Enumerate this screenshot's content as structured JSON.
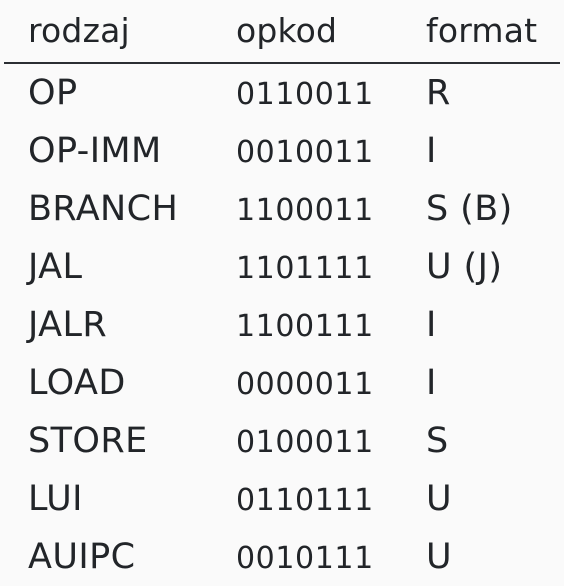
{
  "headers": [
    "rodzaj",
    "opkod",
    "format"
  ],
  "rows": [
    [
      "OP",
      "0110011",
      "R"
    ],
    [
      "OP-IMM",
      "0010011",
      "I"
    ],
    [
      "BRANCH",
      "1100011",
      "S (B)"
    ],
    [
      "JAL",
      "1101111",
      "U (J)"
    ],
    [
      "JALR",
      "1100111",
      "I"
    ],
    [
      "LOAD",
      "0000011",
      "I"
    ],
    [
      "STORE",
      "0100011",
      "S"
    ],
    [
      "LUI",
      "0110111",
      "U"
    ],
    [
      "AUIPC",
      "0010111",
      "U"
    ]
  ]
}
